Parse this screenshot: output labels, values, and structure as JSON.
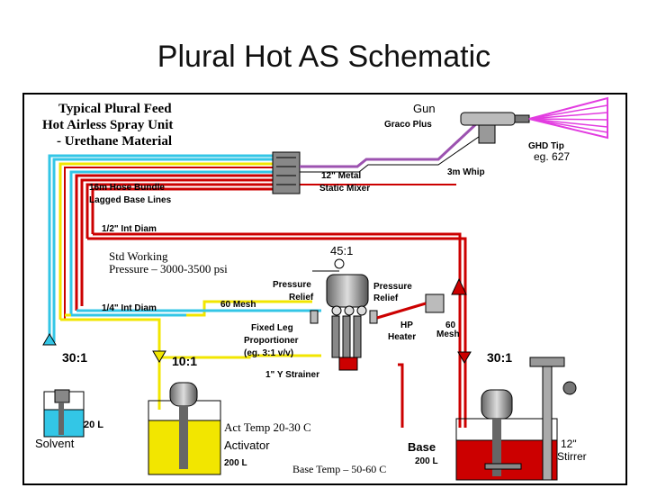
{
  "slide": {
    "title": "Plural Hot AS Schematic"
  },
  "diagram": {
    "heading": [
      "Typical Plural Feed",
      "Hot Airless Spray Unit",
      "- Urethane Material"
    ],
    "gun": {
      "label": "Gun",
      "model": "Graco Plus"
    },
    "tip": {
      "label": "GHD Tip",
      "example": "eg. 627"
    },
    "whip": "3m Whip",
    "mixer": [
      "12\" Metal",
      "Static Mixer"
    ],
    "hose": [
      "16m  Hose Bundle",
      "Lagged Base Lines"
    ],
    "int_diam_half": "1/2\" Int Diam",
    "int_diam_quarter": "1/4\" Int Diam",
    "pressure": [
      "Std Working",
      "Pressure – 3000-3500 psi"
    ],
    "ratio_pump": "45:1",
    "relief_left": [
      "Pressure",
      "Relief"
    ],
    "relief_right": [
      "Pressure",
      "Relief"
    ],
    "mesh_left": "60 Mesh",
    "mesh_right": [
      "60",
      "Mesh"
    ],
    "proportioner": [
      "Fixed Leg",
      "Proportioner",
      "(eg. 3:1 v/v)"
    ],
    "hp_heater": [
      "HP",
      "Heater"
    ],
    "y_strainer": "1\" Y Strainer",
    "solvent": {
      "ratio": "30:1",
      "volume": "20 L",
      "label": "Solvent"
    },
    "activator": {
      "ratio": "10:1",
      "label": "Activator",
      "volume": "200 L",
      "temp": "Act Temp     20-30 C"
    },
    "base": {
      "ratio": "30:1",
      "label": "Base",
      "volume": "200 L",
      "temp": "Base Temp  – 50-60 C"
    },
    "stirrer": [
      "12\"",
      "Stirrer"
    ],
    "colors": {
      "red": "#cc0000",
      "yellow": "#f2e600",
      "cyan": "#33c6e6",
      "magenta": "#e23ce0",
      "purple": "#9c52b0"
    }
  }
}
